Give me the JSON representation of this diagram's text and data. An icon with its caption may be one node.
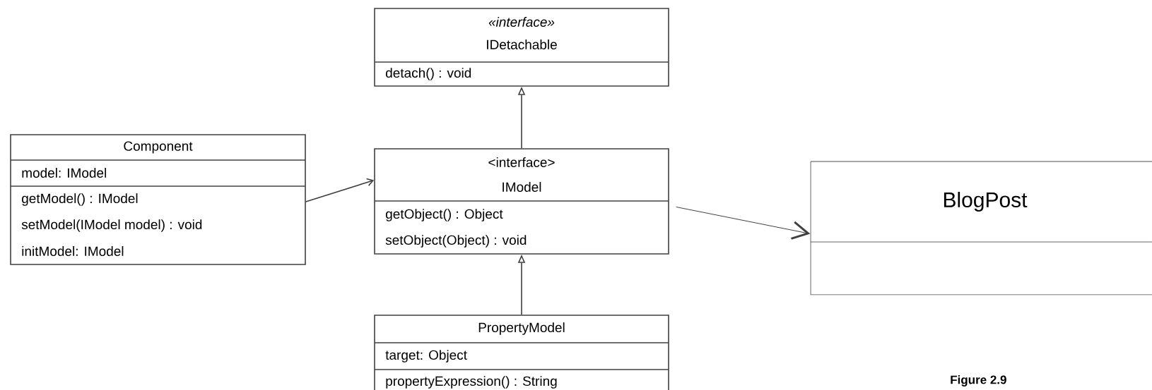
{
  "diagram": {
    "nodes": [
      {
        "text": [
          "«interface»",
          "IDetachable",
          "detach() : void"
        ]
      },
      {
        "text": [
          "Component",
          "model: IModel",
          "getModel() : IModel",
          "setModel(IModel model) : void",
          "initModel: IModel"
        ]
      },
      {
        "text": [
          "<interface>",
          "IModel",
          "getObject() : Object",
          "setObject(Object) : void"
        ]
      },
      {
        "text": [
          "BlogPost"
        ]
      },
      {
        "text": [
          "PropertyModel",
          "target: Object",
          "propertyExpression() : String"
        ]
      }
    ],
    "edges": [
      {
        "from": 2,
        "to": 0,
        "arrow": "to"
      },
      {
        "from": 1,
        "to": 2,
        "arrow": "to"
      },
      {
        "from": 2,
        "to": 3,
        "arrow": "to"
      },
      {
        "from": 4,
        "to": 2,
        "arrow": "to"
      }
    ],
    "labels": [
      "Figure 2.9"
    ]
  }
}
